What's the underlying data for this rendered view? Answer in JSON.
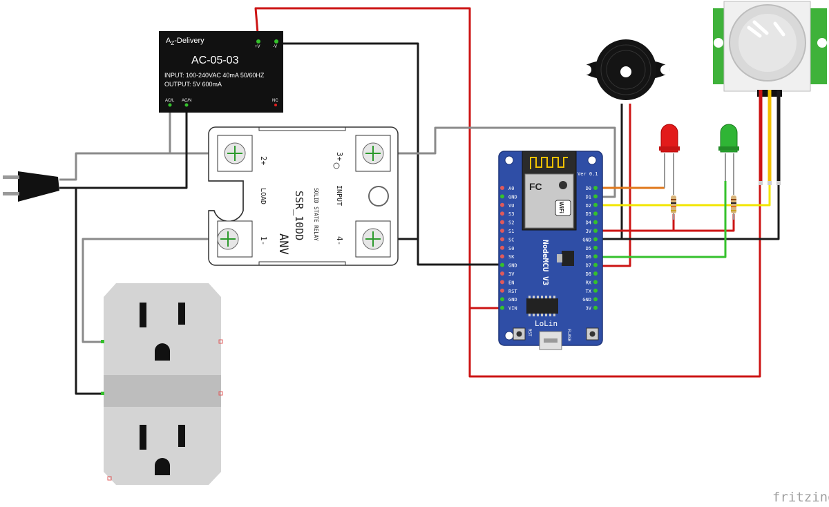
{
  "power_supply": {
    "brand_prefix": "A",
    "brand_sub": "Z",
    "brand_suffix": "-Delivery",
    "model": "AC-05-03",
    "input_spec": "INPUT: 100-240VAC 40mA 50/60HZ",
    "output_spec": "OUTPUT: 5V  600mA",
    "pin_plus_v": "+V",
    "pin_minus_v": "-V",
    "pin_acl": "AC/L",
    "pin_acn": "AC/N",
    "pin_nc": "NC"
  },
  "relay": {
    "brand": "ANV",
    "model": "SSR_10DD",
    "subtitle": "SOLID STATE RELAY",
    "load_label": "LOAD",
    "input_label": "INPUT",
    "t1": "1-",
    "t2": "2+",
    "t3": "3+",
    "t4": "4-"
  },
  "nodemcu": {
    "board_name": "NodeMCU V3",
    "version": "Ver 0.1",
    "maker": "LoLin",
    "rst_label": "RST",
    "flash_label": "FLASH",
    "wifi_label": "WiFi",
    "fc_label": "FC",
    "left_pins": [
      "A0",
      "GND",
      "VU",
      "S3",
      "S2",
      "S1",
      "SC",
      "S0",
      "SK",
      "GND",
      "3V",
      "EN",
      "RST",
      "GND",
      "VIN"
    ],
    "right_pins": [
      "D0",
      "D1",
      "D2",
      "D3",
      "D4",
      "3V",
      "GND",
      "D5",
      "D6",
      "D7",
      "D8",
      "RX",
      "TX",
      "GND",
      "3V"
    ]
  },
  "colors": {
    "wire_red": "#cc1414",
    "wire_black": "#1a1a1a",
    "wire_grey": "#8a8a8a",
    "wire_yellow": "#f2e600",
    "wire_green": "#35c12c",
    "wire_orange": "#e0771a",
    "board_blue": "#2f4ea6",
    "led_red": "#e21b1b",
    "led_green": "#2fb535",
    "outlet_grey": "#d4d4d4"
  },
  "watermark": "fritzing"
}
